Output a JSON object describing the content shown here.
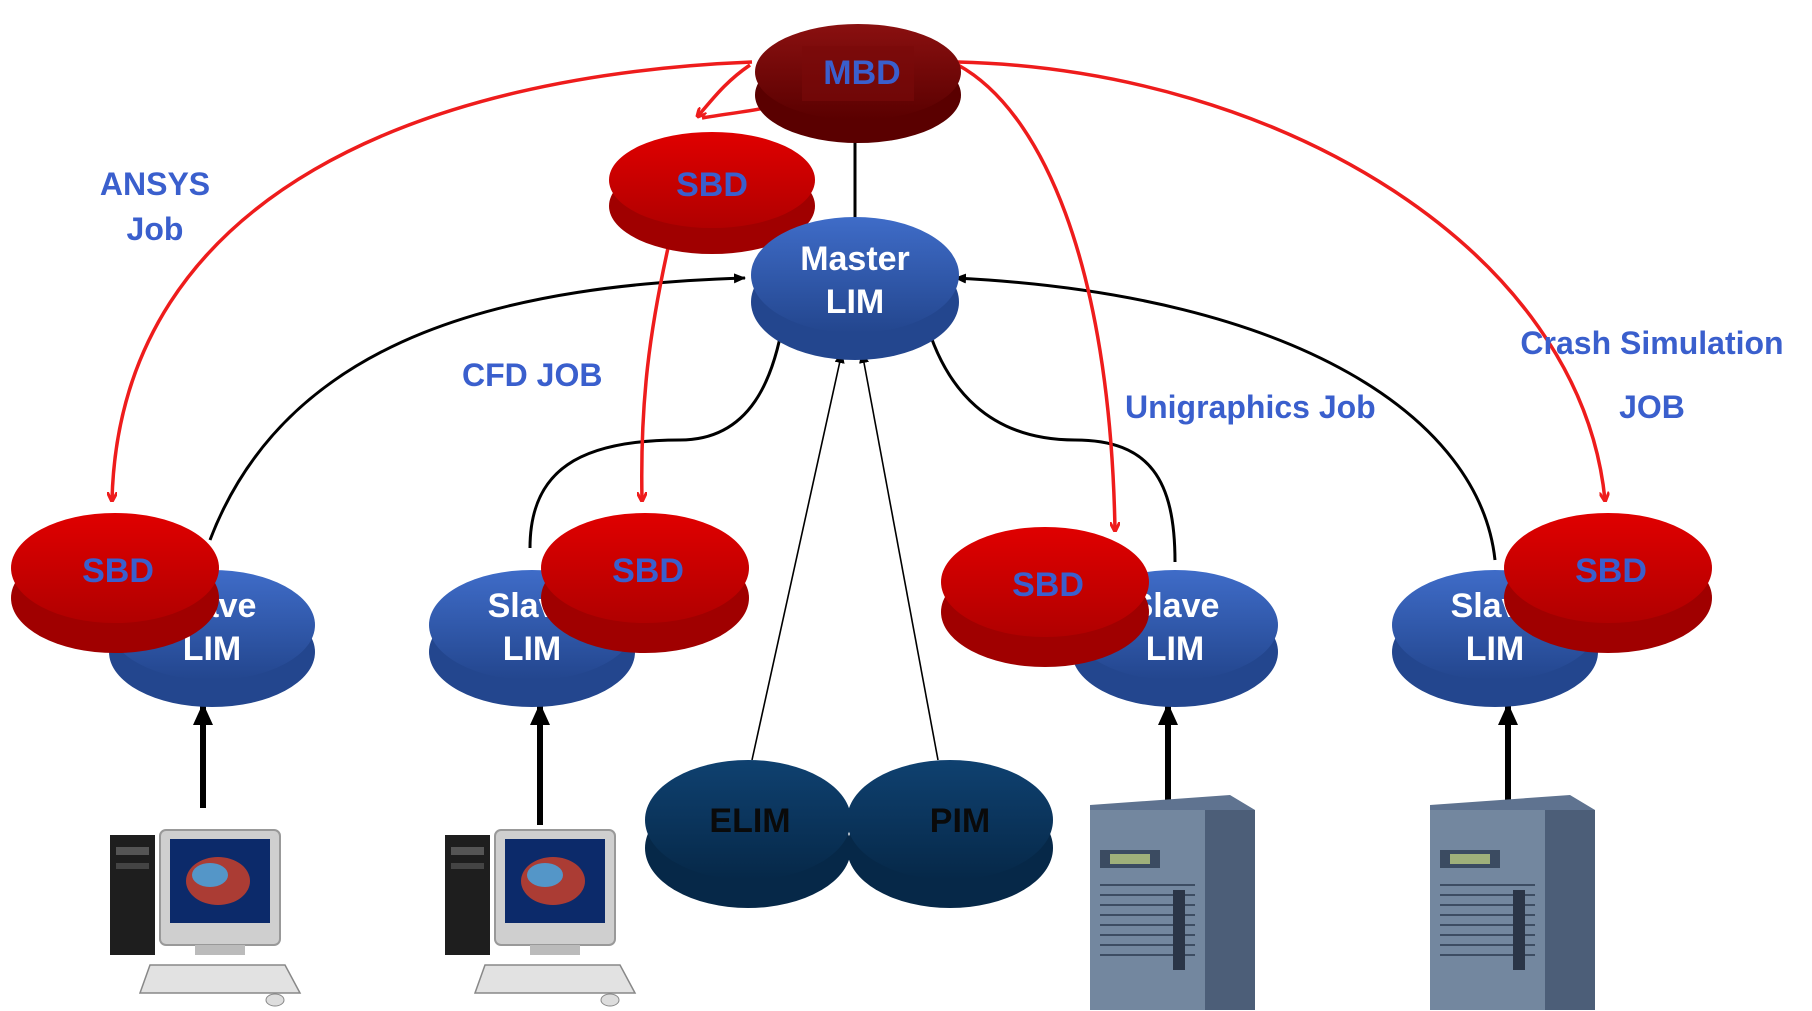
{
  "nodes": {
    "mbd": "MBD",
    "master_lim": [
      "Master",
      "LIM"
    ],
    "sbd_top": "SBD",
    "slave1": {
      "lim": [
        "Slave",
        "LIM"
      ],
      "sbd": "SBD"
    },
    "slave2": {
      "lim": [
        "Slave",
        "LIM"
      ],
      "sbd": "SBD"
    },
    "slave3": {
      "lim": [
        "Slave",
        "LIM"
      ],
      "sbd": "SBD"
    },
    "slave4": {
      "lim": [
        "Slave",
        "LIM"
      ],
      "sbd": "SBD"
    },
    "elim": "ELIM",
    "pim": "PIM"
  },
  "labels": {
    "ansys": [
      "ANSYS",
      "Job"
    ],
    "cfd": "CFD JOB",
    "unigraphics": "Unigraphics Job",
    "crash": [
      "Crash Simulation",
      "JOB"
    ]
  },
  "colors": {
    "mbd": "#7a0a0a",
    "sbd": "#d40000",
    "lim": "#3a62b8",
    "elim": "#0d3a66",
    "text_blue": "#3a5fcd",
    "red_line": "#ee1c1c"
  },
  "icons": [
    "workstation-icon",
    "workstation-icon",
    "server-icon",
    "server-icon"
  ]
}
